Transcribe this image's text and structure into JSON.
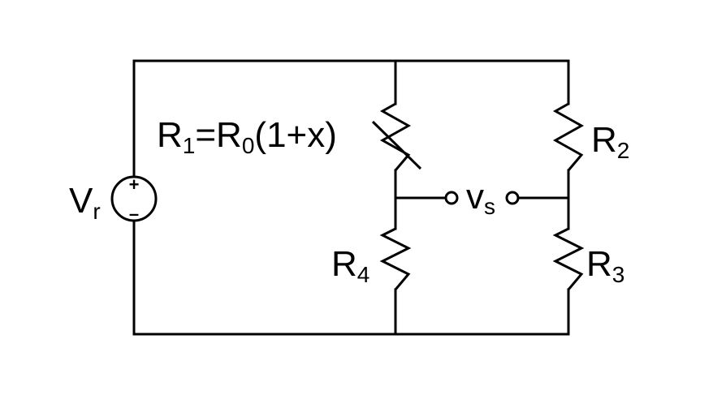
{
  "labels": {
    "vr": {
      "main": "V",
      "sub": "r"
    },
    "r1": {
      "p1": "R",
      "s1": "1",
      "p2": "=R",
      "s2": "0",
      "p3": "(1+x)"
    },
    "r2": {
      "main": "R",
      "sub": "2"
    },
    "r3": {
      "main": "R",
      "sub": "3"
    },
    "r4": {
      "main": "R",
      "sub": "4"
    },
    "vs": {
      "main": "v",
      "sub": "s"
    }
  },
  "source_signs": {
    "plus": "+",
    "minus": "–"
  }
}
